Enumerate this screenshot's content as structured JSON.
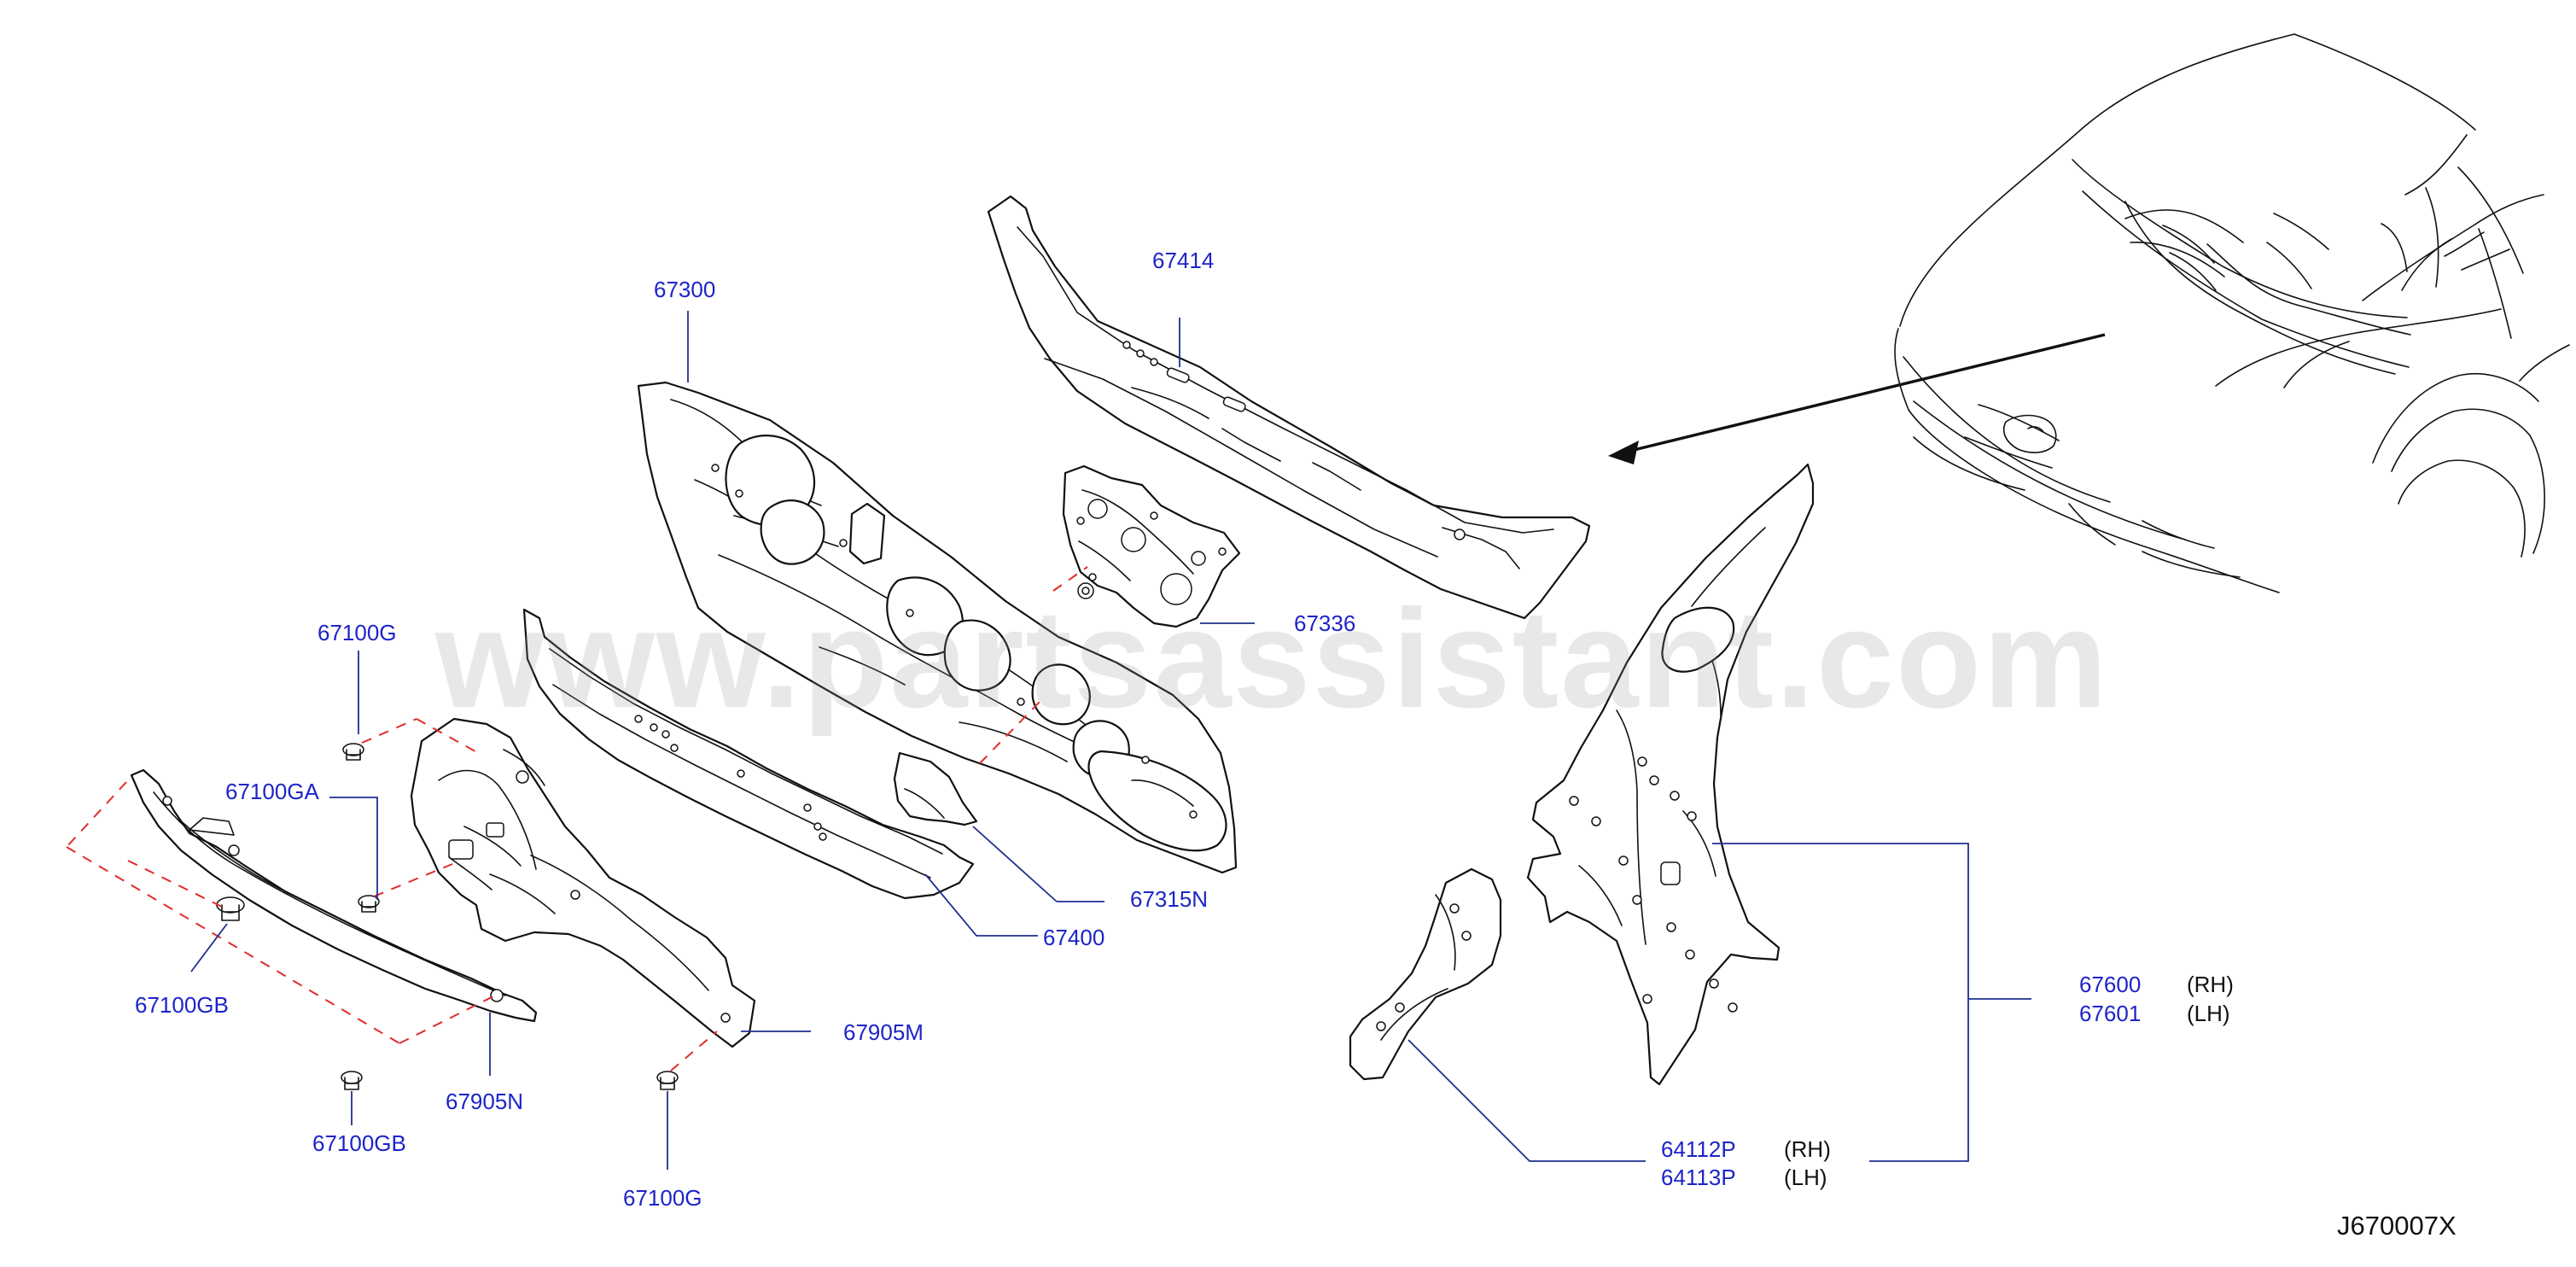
{
  "diagram": {
    "callouts": {
      "c67414": "67414",
      "c67300": "67300",
      "c67336": "67336",
      "c67100G_top": "67100G",
      "c67100GA": "67100GA",
      "c67315N": "67315N",
      "c67400": "67400",
      "c67100GB_left": "67100GB",
      "c67905M": "67905M",
      "c67905N": "67905N",
      "c67100GB_bottom": "67100GB",
      "c67100G_bottom": "67100G",
      "c67600": "67600",
      "c67601": "67601",
      "c64112P": "64112P",
      "c64113P": "64113P"
    },
    "sides": {
      "rh_1": "(RH)",
      "lh_1": "(LH)",
      "rh_2": "(RH)",
      "lh_2": "(LH)"
    },
    "diagram_code": "J670007X",
    "watermark": "www.partsassistant.com",
    "colors": {
      "label": "#1d24c8",
      "dash": "#e12b2b",
      "line": "#111111"
    }
  }
}
